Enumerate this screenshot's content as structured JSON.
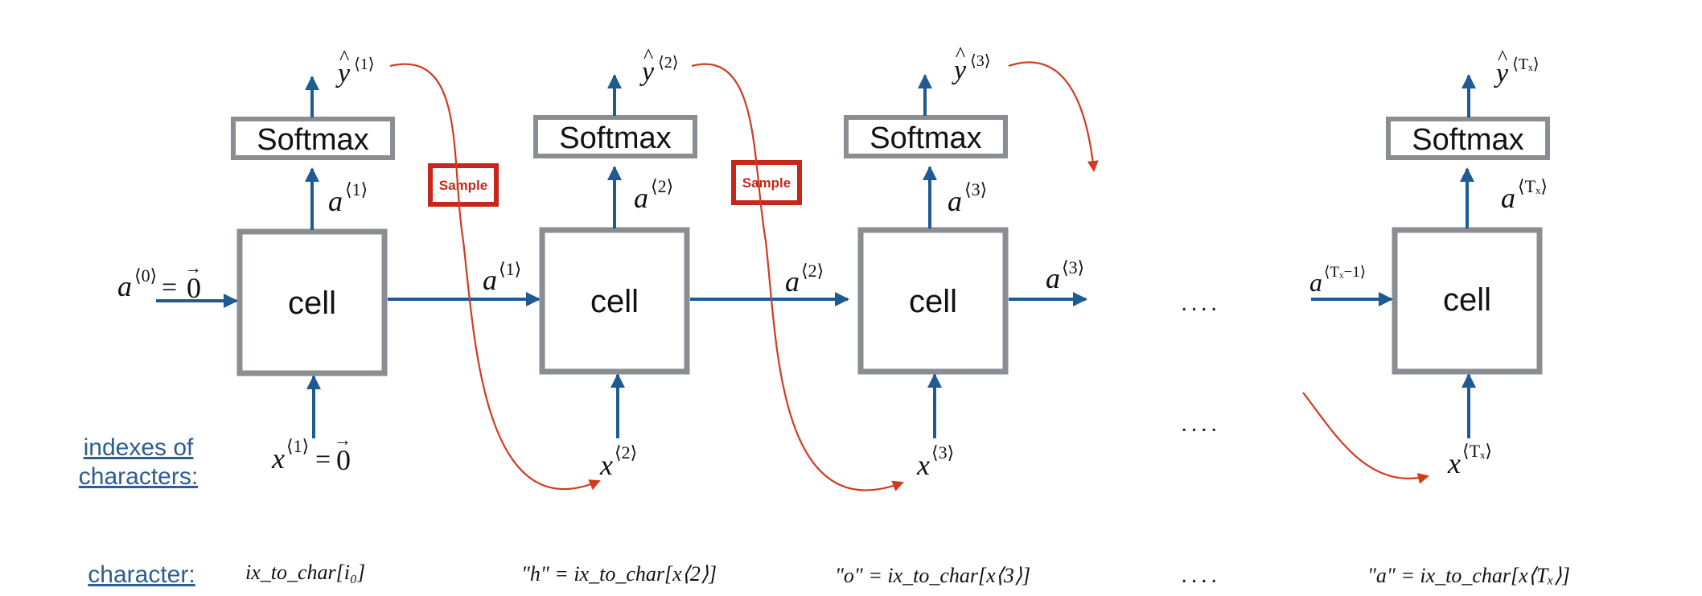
{
  "labels": {
    "cell": "cell",
    "softmax": "Softmax",
    "sample": "Sample",
    "ellipsis": "....",
    "indexes_line1": "indexes of",
    "indexes_line2": "characters:",
    "character": "character:"
  },
  "math": {
    "a": "a",
    "y": "y",
    "x": "x",
    "hat": "^",
    "eq": "=",
    "zero": "0",
    "vec": "→",
    "sup0": "⟨0⟩",
    "sup1": "⟨1⟩",
    "sup2": "⟨2⟩",
    "sup3": "⟨3⟩",
    "supTx": "⟨Tₓ⟩",
    "supTx1": "⟨Tₓ−1⟩"
  },
  "characters": {
    "c1": "ix_to_char[i₀]",
    "c2": "\"h\" = ix_to_char[x⟨2⟩]",
    "c3": "\"o\" = ix_to_char[x⟨3⟩]",
    "c4": "\"a\" = ix_to_char[x⟨Tₓ⟩]"
  },
  "colors": {
    "arrow_blue": "#1f5a92",
    "sample_red": "#d23a1f",
    "box_gray": "#8a8d92",
    "label_blue": "#2f5d8f"
  }
}
